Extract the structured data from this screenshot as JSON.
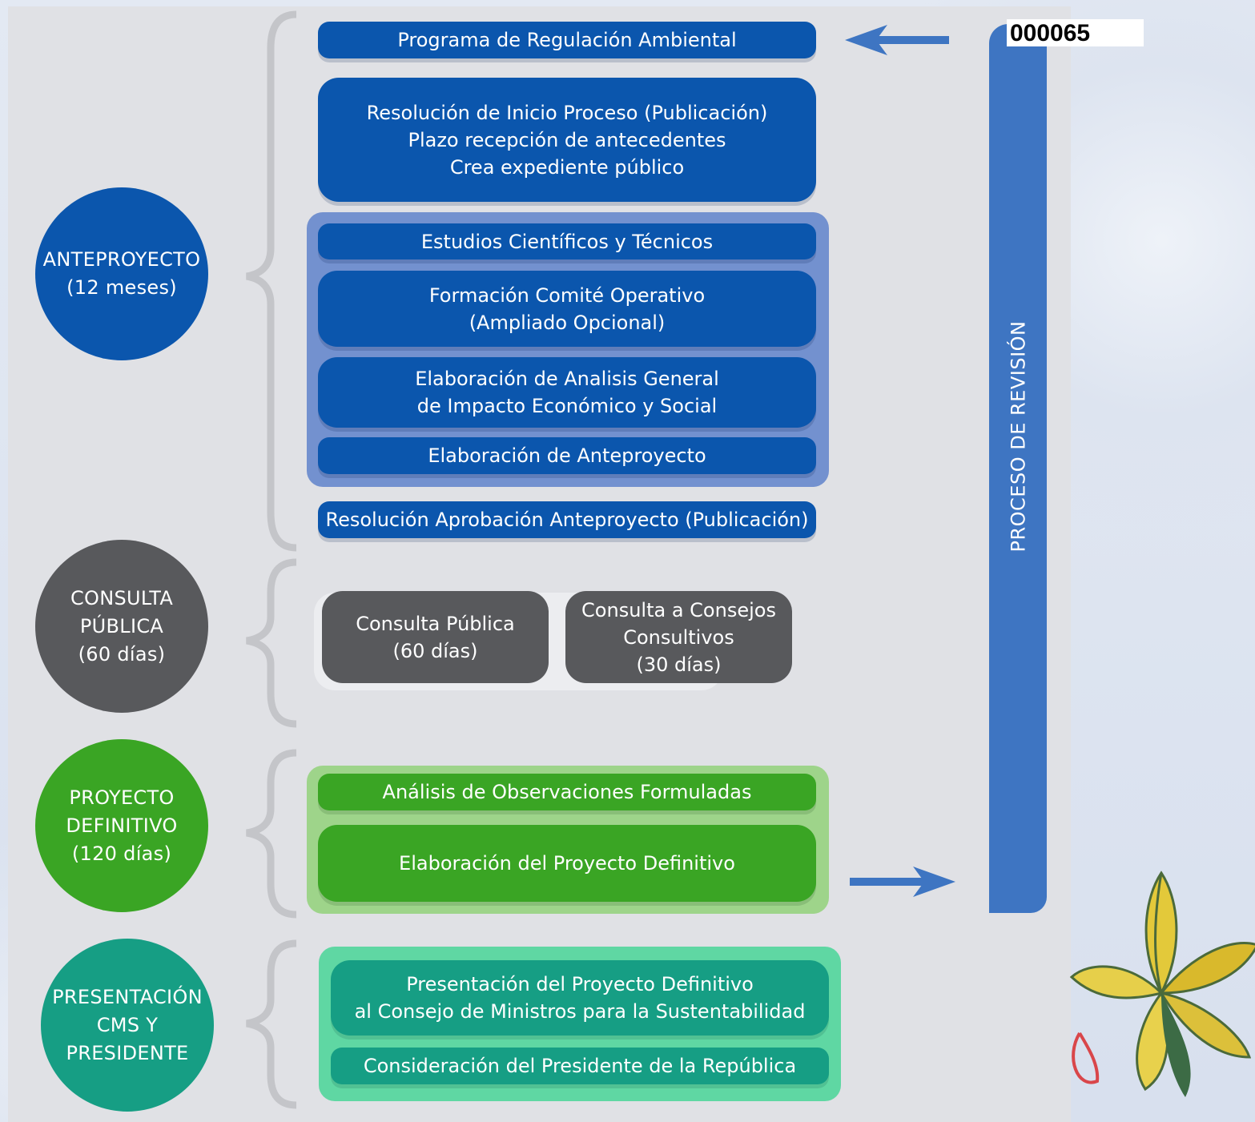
{
  "page_number": "000065",
  "phases": [
    {
      "lines": [
        "ANTEPROYECTO",
        "(12 meses)"
      ]
    },
    {
      "lines": [
        "CONSULTA",
        "PÚBLICA",
        "(60 días)"
      ]
    },
    {
      "lines": [
        "PROYECTO",
        "DEFINITIVO",
        "(120 días)"
      ]
    },
    {
      "lines": [
        "PRESENTACIÓN",
        "CMS Y",
        "PRESIDENTE"
      ]
    }
  ],
  "anteproyecto": {
    "programa": "Programa de Regulación Ambiental",
    "resolucion_inicio": [
      "Resolución de Inicio Proceso (Publicación)",
      "Plazo recepción de antecedentes",
      "Crea expediente público"
    ],
    "estudios": "Estudios Científicos y Técnicos",
    "comite": [
      "Formación Comité Operativo",
      "(Ampliado Opcional)"
    ],
    "analisis": [
      "Elaboración de Analisis General",
      "de Impacto Económico y Social"
    ],
    "elaboracion": "Elaboración de Anteproyecto",
    "resolucion_aprobacion": "Resolución Aprobación Anteproyecto (Publicación)"
  },
  "consulta": {
    "publica": [
      "Consulta Pública",
      "(60 días)"
    ],
    "consejos": [
      "Consulta a Consejos",
      "Consultivos",
      "(30 días)"
    ]
  },
  "proyecto": {
    "analisis_observaciones": "Análisis de Observaciones Formuladas",
    "elaboracion_definitivo": "Elaboración del Proyecto Definitivo"
  },
  "presentacion": {
    "consejo": [
      "Presentación del Proyecto Definitivo",
      "al Consejo de Ministros para la Sustentabilidad"
    ],
    "presidente": "Consideración del Presidente de la República"
  },
  "revision_label": "PROCESO DE REVISIÓN",
  "colors": {
    "blue": "#0b56ad",
    "grey": "#58595c",
    "green": "#3aa524",
    "teal": "#169e84",
    "revision": "#3e75c2"
  }
}
